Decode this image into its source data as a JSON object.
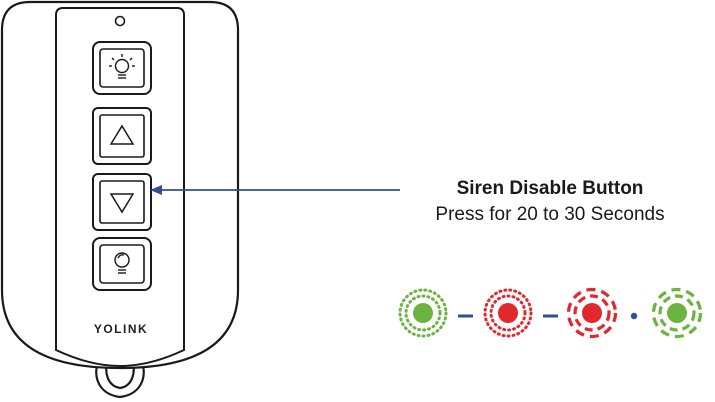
{
  "device": {
    "brand_text": "YOLINK",
    "buttons": [
      {
        "key": "light-on",
        "icon": "lightbulb-rays-icon"
      },
      {
        "key": "up",
        "icon": "triangle-up-icon"
      },
      {
        "key": "down",
        "icon": "triangle-down-icon"
      },
      {
        "key": "light-off",
        "icon": "lightbulb-off-icon"
      }
    ]
  },
  "callout": {
    "title": "Siren Disable Button",
    "subtitle": "Press for 20 to 30 Seconds"
  },
  "led_sequence": [
    {
      "color": "#6db33f",
      "style": "dotted"
    },
    {
      "color": "#e0282e",
      "style": "dotted"
    },
    {
      "color": "#e0282e",
      "style": "dashed"
    },
    {
      "color": "#6db33f",
      "style": "dashed"
    }
  ],
  "colors": {
    "outline": "#1a1a1a",
    "arrow": "#2f4f9a",
    "connector": "#2f4f9a",
    "green": "#6db33f",
    "red": "#e0282e"
  }
}
